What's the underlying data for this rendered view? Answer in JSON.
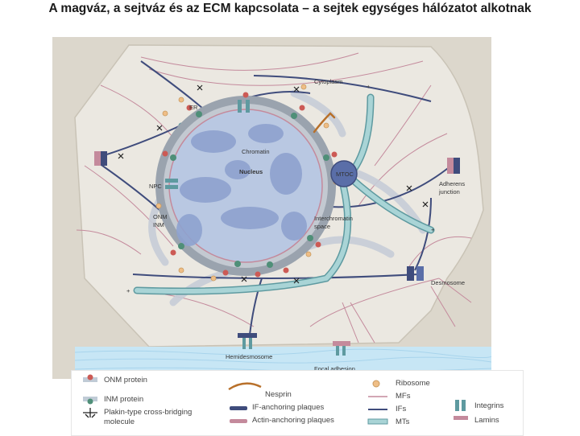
{
  "title": "A magváz, a sejtváz és az ECM kapcsolata – a sejtek egységes hálózatot alkotnak",
  "diagram": {
    "labels": {
      "cytoplasm": "Cytoplasm",
      "er": "ER",
      "chromatin": "Chromatin",
      "nucleus": "Nucleus",
      "npc": "NPC",
      "onm": "ONM",
      "inm": "INM",
      "interchromatin_1": "Interchromatin",
      "interchromatin_2": "space",
      "mtoc": "MTOC",
      "adherens_1": "Adherens",
      "adherens_2": "junction",
      "desmosome": "Desmosome",
      "hemidesmosome": "Hemidesmosome",
      "focal_adhesion": "Focal adhesion",
      "plus_top": "+",
      "plus_right": "+",
      "plus_left": "+"
    },
    "colors": {
      "cytoplasm": "#e9e6df",
      "nucleus": "#b9c8e2",
      "chromatin": "#7f95c6",
      "envelope": "#8b96a3",
      "microtubule": "#8cc1c4",
      "microfilament": "#c48a9c",
      "intermediate_filament": "#3f4c7c",
      "ecm": "#c7e6f5"
    }
  },
  "legend": {
    "onm_protein": "ONM protein",
    "inm_protein": "INM protein",
    "plakin_1": "Plakin-type cross-bridging",
    "plakin_2": "molecule",
    "nesprin": "Nesprin",
    "if_anchoring": "IF-anchoring plaques",
    "actin_anchoring": "Actin-anchoring plaques",
    "ribosome": "Ribosome",
    "mfs": "MFs",
    "ifs": "IFs",
    "mts": "MTs",
    "integrins": "Integrins",
    "lamins": "Lamins"
  }
}
